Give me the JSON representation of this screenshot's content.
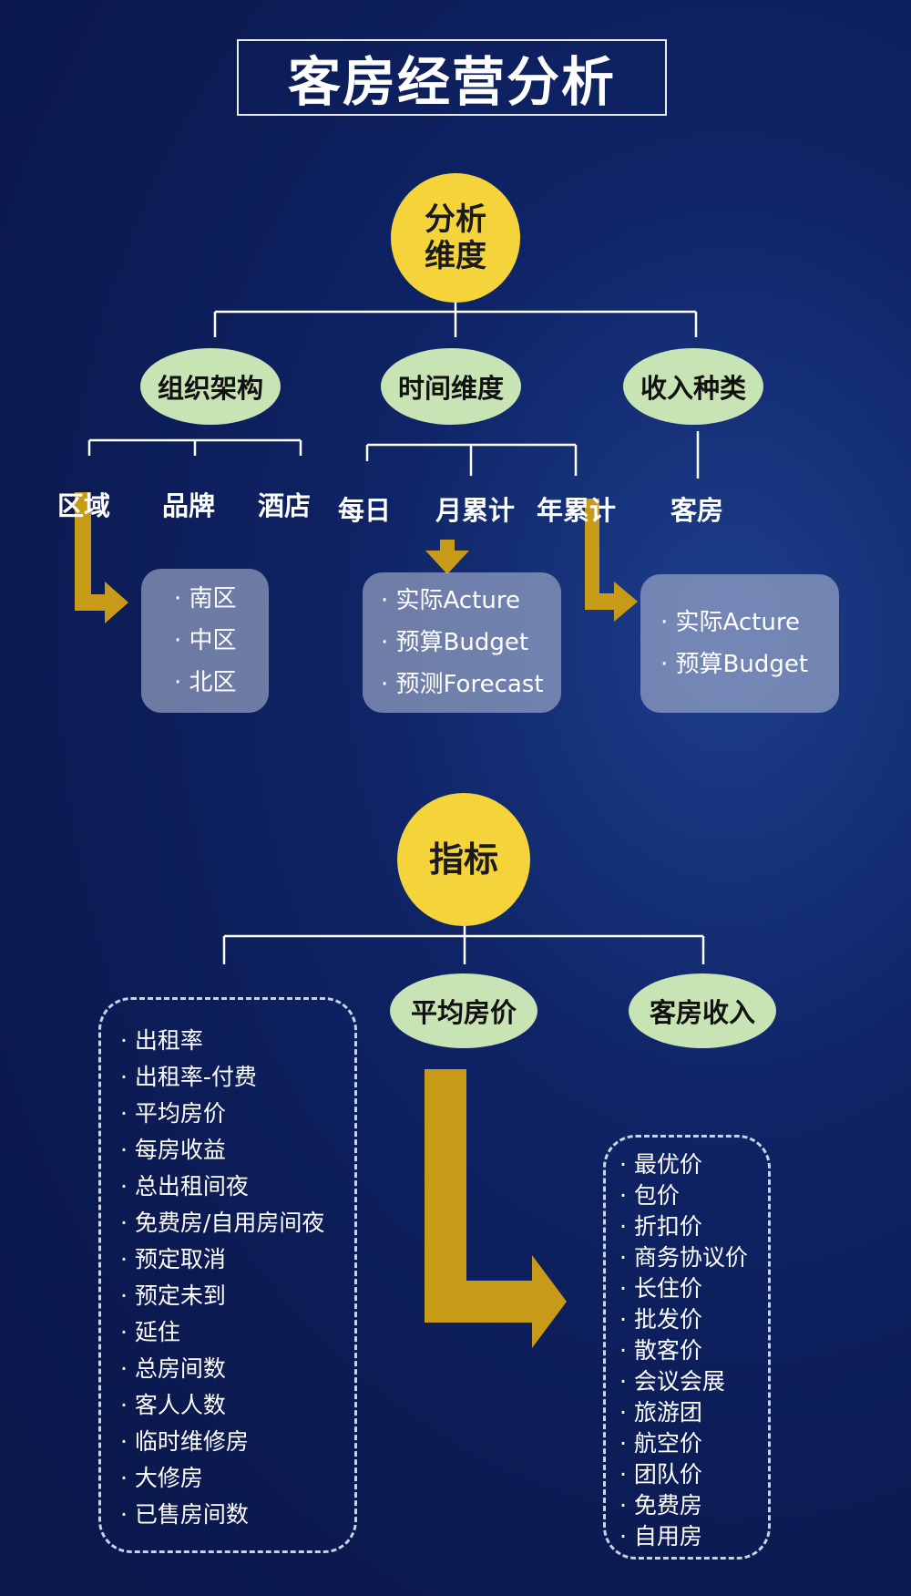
{
  "title": "客房经营分析",
  "section1": {
    "root_line1": "分析",
    "root_line2": "维度",
    "branches": {
      "org": "组织架构",
      "time": "时间维度",
      "revenue": "收入种类"
    },
    "org_children": [
      "区域",
      "品牌",
      "酒店"
    ],
    "time_children": [
      "每日",
      "月累计",
      "年累计"
    ],
    "revenue_children": [
      "客房"
    ],
    "region_card": [
      "· 南区",
      "· 中区",
      "· 北区"
    ],
    "month_card": [
      "· 实际Acture",
      "· 预算Budget",
      "· 预测Forecast"
    ],
    "year_card": [
      "· 实际Acture",
      "· 预算Budget"
    ]
  },
  "section2": {
    "root": "指标",
    "branches": {
      "avg_price": "平均房价",
      "room_revenue": "客房收入"
    },
    "indicators": [
      "· 出租率",
      "· 出租率-付费",
      "· 平均房价",
      "· 每房收益",
      "· 总出租间夜",
      "· 免费房/自用房间夜",
      "· 预定取消",
      "· 预定未到",
      "· 延住",
      "· 总房间数",
      "· 客人人数",
      "· 临时维修房",
      "· 大修房",
      "· 已售房间数"
    ],
    "price_types": [
      "· 最优价",
      "· 包价",
      "· 折扣价",
      "· 商务协议价",
      "· 长住价",
      "· 批发价",
      "· 散客价",
      "· 会议会展",
      "· 旅游团",
      "· 航空价",
      "· 团队价",
      "· 免费房",
      "· 自用房"
    ]
  },
  "colors": {
    "background": "#0b1a52",
    "circle": "#f4d43a",
    "ellipse": "#c8e3b4",
    "arrow": "#c79a17",
    "card": "#aab4d0"
  }
}
